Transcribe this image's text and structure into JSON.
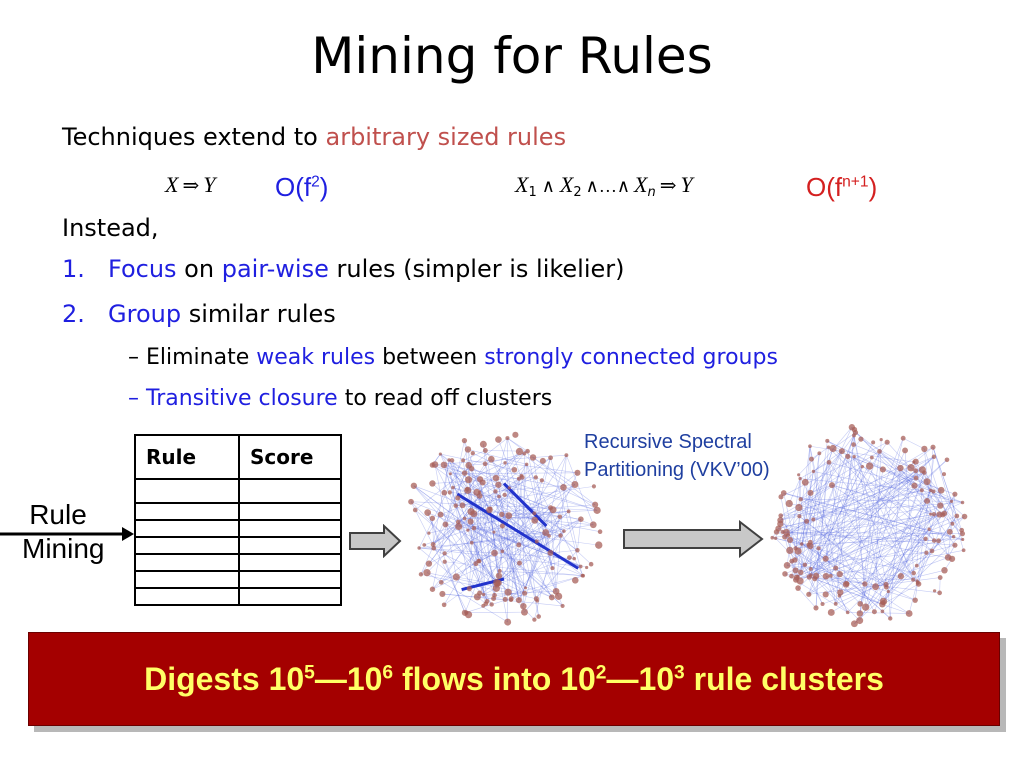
{
  "slide": {
    "title": "Mining for Rules",
    "intro_prefix": "Techniques extend to ",
    "intro_highlight": "arbitrary sized rules",
    "formula_left_complexity_base": "O(f",
    "formula_left_complexity_exp": "2",
    "formula_left_complexity_close": ")",
    "formula_right_complexity_base": "O(f",
    "formula_right_complexity_exp": "n+1",
    "formula_right_complexity_close": ")",
    "instead": "Instead,",
    "items": [
      {
        "num": "1.",
        "kw1": "Focus",
        "mid": " on ",
        "kw2": "pair-wise",
        "rest": " rules (simpler is likelier)"
      },
      {
        "num": "2.",
        "kw1": "Group",
        "rest": " similar rules"
      }
    ],
    "subitems": [
      {
        "dash": "–",
        "pre": " Eliminate ",
        "kw1": "weak rules",
        "mid": " between ",
        "kw2": "strongly connected groups"
      },
      {
        "dash": "–",
        "kw1": " Transitive  closure",
        "rest": " to read off clusters"
      }
    ],
    "table_headers": [
      "Rule",
      "Score"
    ],
    "rule_mining_line1": "Rule",
    "rule_mining_line2": "Mining",
    "rsp_line1": "Recursive Spectral",
    "rsp_line2": "Partitioning (VKV’00)",
    "banner_pre": "Digests 10",
    "banner_e1": "5",
    "banner_mid1": "—10",
    "banner_e2": "6",
    "banner_mid2": " flows into 10",
    "banner_e3": "2",
    "banner_mid3": "—10",
    "banner_e4": "3",
    "banner_post": " rule clusters"
  },
  "colors": {
    "highlight_red": "#c0504d",
    "keyword_blue": "#1f1fe0",
    "banner_bg": "#a40000",
    "banner_text": "#ffff66"
  }
}
